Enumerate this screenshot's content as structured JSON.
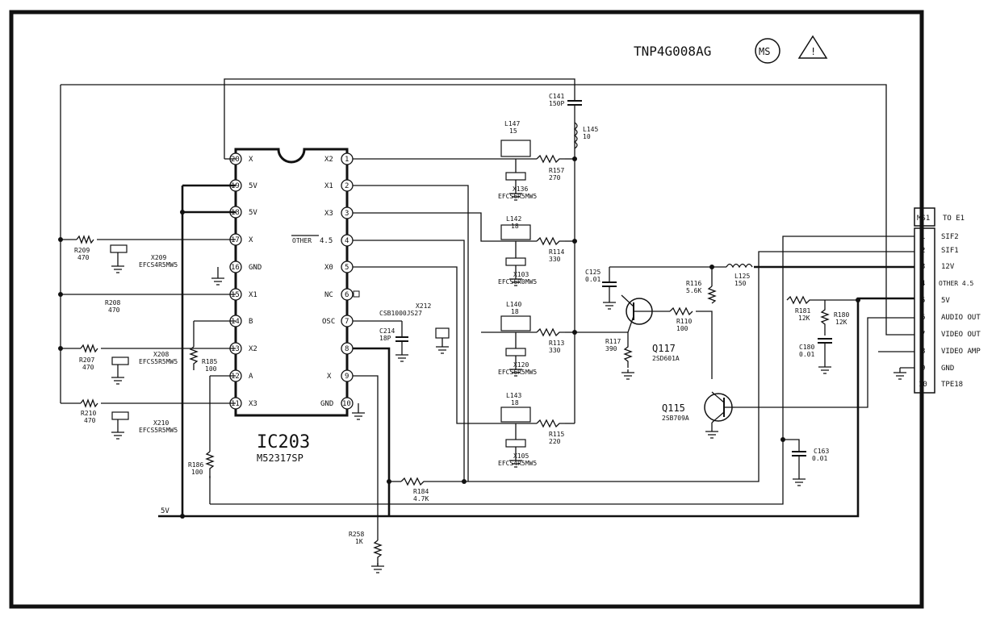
{
  "header": {
    "doc_code": "TNP4G008AG",
    "ms_badge": "MS"
  },
  "ic": {
    "ref": "IC203",
    "part": "M52317SP",
    "pins_left": [
      {
        "num": "20",
        "name": "X"
      },
      {
        "num": "19",
        "name": "5V"
      },
      {
        "num": "18",
        "name": "5V"
      },
      {
        "num": "17",
        "name": "X"
      },
      {
        "num": "16",
        "name": "GND"
      },
      {
        "num": "15",
        "name": "X1"
      },
      {
        "num": "14",
        "name": "B"
      },
      {
        "num": "13",
        "name": "X2"
      },
      {
        "num": "12",
        "name": "A"
      },
      {
        "num": "11",
        "name": "X3"
      }
    ],
    "pins_right": [
      {
        "num": "1",
        "name": "X2"
      },
      {
        "num": "2",
        "name": "X1"
      },
      {
        "num": "3",
        "name": "X3"
      },
      {
        "num": "4",
        "name": "4.5"
      },
      {
        "num": "5",
        "name": "X0"
      },
      {
        "num": "6",
        "name": "NC"
      },
      {
        "num": "7",
        "name": "OSC"
      },
      {
        "num": "8",
        "name": ""
      },
      {
        "num": "9",
        "name": "X"
      },
      {
        "num": "10",
        "name": "GND"
      }
    ],
    "other_label": "OTHER"
  },
  "components": {
    "c141_ref": "C141",
    "c141_val": "150P",
    "l145_ref": "L145",
    "l145_val": "10",
    "l147_ref": "L147",
    "l147_val": "15",
    "r157_ref": "R157",
    "r157_val": "270",
    "x136_ref": "X136",
    "x136_val": "EFCS6R5MW5",
    "l142_ref": "L142",
    "l142_val": "18",
    "r114_ref": "R114",
    "r114_val": "330",
    "x103_ref": "X103",
    "x103_val": "EFCS6R0MW5",
    "c125_ref": "C125",
    "c125_val": "0.01",
    "r116_ref": "R116",
    "r116_val": "5.6K",
    "l125_ref": "L125",
    "l125_val": "150",
    "l140_ref": "L140",
    "l140_val": "18",
    "r113_ref": "R113",
    "r113_val": "330",
    "x120_ref": "X120",
    "x120_val": "EFCS6R5MW5",
    "r110_ref": "R110",
    "r110_val": "100",
    "r117_ref": "R117",
    "r117_val": "390",
    "q117_ref": "Q117",
    "q117_val": "2SD601A",
    "l143_ref": "L143",
    "l143_val": "18",
    "r115_ref": "R115",
    "r115_val": "220",
    "x105_ref": "X105",
    "x105_val": "EFCS4R5MW5",
    "q115_ref": "Q115",
    "q115_val": "2SB709A",
    "x212_ref": "X212",
    "x212_val": "CSB1000JS27",
    "c214_ref": "C214",
    "c214_val": "18P",
    "r184_ref": "R184",
    "r184_val": "4.7K",
    "r258_ref": "R258",
    "r258_val": "1K",
    "r185_ref": "R185",
    "r185_val": "100",
    "r186_ref": "R186",
    "r186_val": "100",
    "r209_ref": "R209",
    "r209_val": "470",
    "x209_ref": "X209",
    "x209_val": "EFCS4R5MW5",
    "r208_ref": "R208",
    "r208_val": "470",
    "r207_ref": "R207",
    "r207_val": "470",
    "x208_ref": "X208",
    "x208_val": "EFCS5R5MW5",
    "r210_ref": "R210",
    "r210_val": "470",
    "x210_ref": "X210",
    "x210_val": "EFCS5R5MW5",
    "r181_ref": "R181",
    "r181_val": "12K",
    "r180_ref": "R180",
    "r180_val": "12K",
    "c180_ref": "C180",
    "c180_val": "0.01",
    "c163_ref": "C163",
    "c163_val": "0.01",
    "supply_5v": "5V"
  },
  "connector": {
    "ref": "MS1",
    "to_label": "TO E1",
    "pins": [
      {
        "num": "1",
        "name": "SIF2"
      },
      {
        "num": "2",
        "name": "SIF1"
      },
      {
        "num": "3",
        "name": "12V"
      },
      {
        "num": "4",
        "name": "OTHER 4.5"
      },
      {
        "num": "5",
        "name": "5V"
      },
      {
        "num": "6",
        "name": "AUDIO OUT"
      },
      {
        "num": "7",
        "name": "VIDEO OUT"
      },
      {
        "num": "8",
        "name": "VIDEO AMP"
      },
      {
        "num": "9",
        "name": "GND"
      },
      {
        "num": "10",
        "name": "TPE18"
      }
    ]
  }
}
